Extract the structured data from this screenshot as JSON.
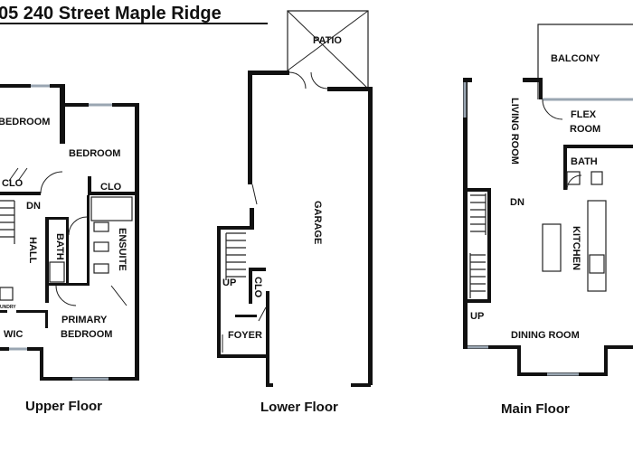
{
  "title": "05 240 Street Maple Ridge",
  "floors": {
    "upper": {
      "caption": "Upper Floor",
      "rooms": {
        "bedroom1": "BEDROOM",
        "bedroom2": "BEDROOM",
        "clo1": "CLO",
        "clo2": "CLO",
        "dn": "DN",
        "hall": "HALL",
        "bath": "BATH",
        "ensuite": "ENSUITE",
        "laundry": "UNDRY",
        "wic": "WIC",
        "primary1": "PRIMARY",
        "primary2": "BEDROOM"
      }
    },
    "lower": {
      "caption": "Lower Floor",
      "rooms": {
        "patio": "PATIO",
        "garage": "GARAGE",
        "up": "UP",
        "clo": "CLO",
        "foyer": "FOYER"
      }
    },
    "main": {
      "caption": "Main Floor",
      "rooms": {
        "balcony": "BALCONY",
        "living": "LIVING ROOM",
        "flex1": "FLEX",
        "flex2": "ROOM",
        "bath": "BATH",
        "dn": "DN",
        "kitchen": "KITCHEN",
        "up": "UP",
        "dining": "DINING ROOM"
      }
    }
  }
}
